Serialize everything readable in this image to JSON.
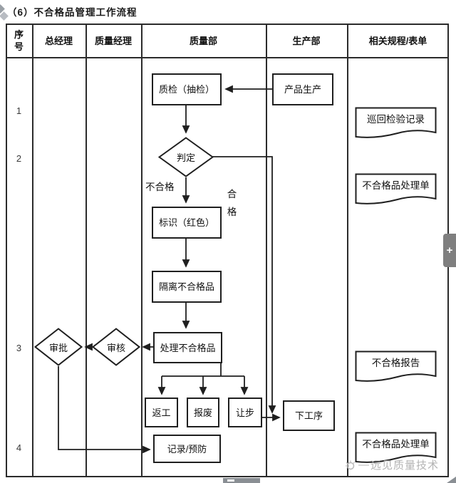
{
  "title": "（6）不合格品管理工作流程",
  "table": {
    "headers": [
      "序号",
      "总经理",
      "质量经理",
      "质量部",
      "生产部",
      "相关规程/表单"
    ],
    "row_numbers": [
      "1",
      "2",
      "3",
      "4"
    ]
  },
  "flow": {
    "nodes": {
      "quality_check": "质检（抽检）",
      "product_production": "产品生产",
      "judge": "判定",
      "mark_red": "标识（红色）",
      "isolate": "隔离不合格品",
      "handle": "处理不合格品",
      "approve": "审批",
      "review": "审核",
      "rework": "返工",
      "scrap": "报废",
      "concession": "让步",
      "next_process": "下工序",
      "record": "记录/预防"
    },
    "branch_labels": {
      "fail": "不合格",
      "pass": "合格"
    },
    "documents": [
      "巡回检验记录",
      "不合格品处理单",
      "不合格报告",
      "不合格品处理单"
    ]
  },
  "watermark": {
    "dash": "—",
    "text": "远见质量技术"
  },
  "side_button": {
    "label": "+"
  },
  "colors": {
    "line": "#1f1f1f",
    "table_border": "#2b2b2b",
    "watermark": "#b3b3b3",
    "side_button": "#7f7f7f"
  }
}
